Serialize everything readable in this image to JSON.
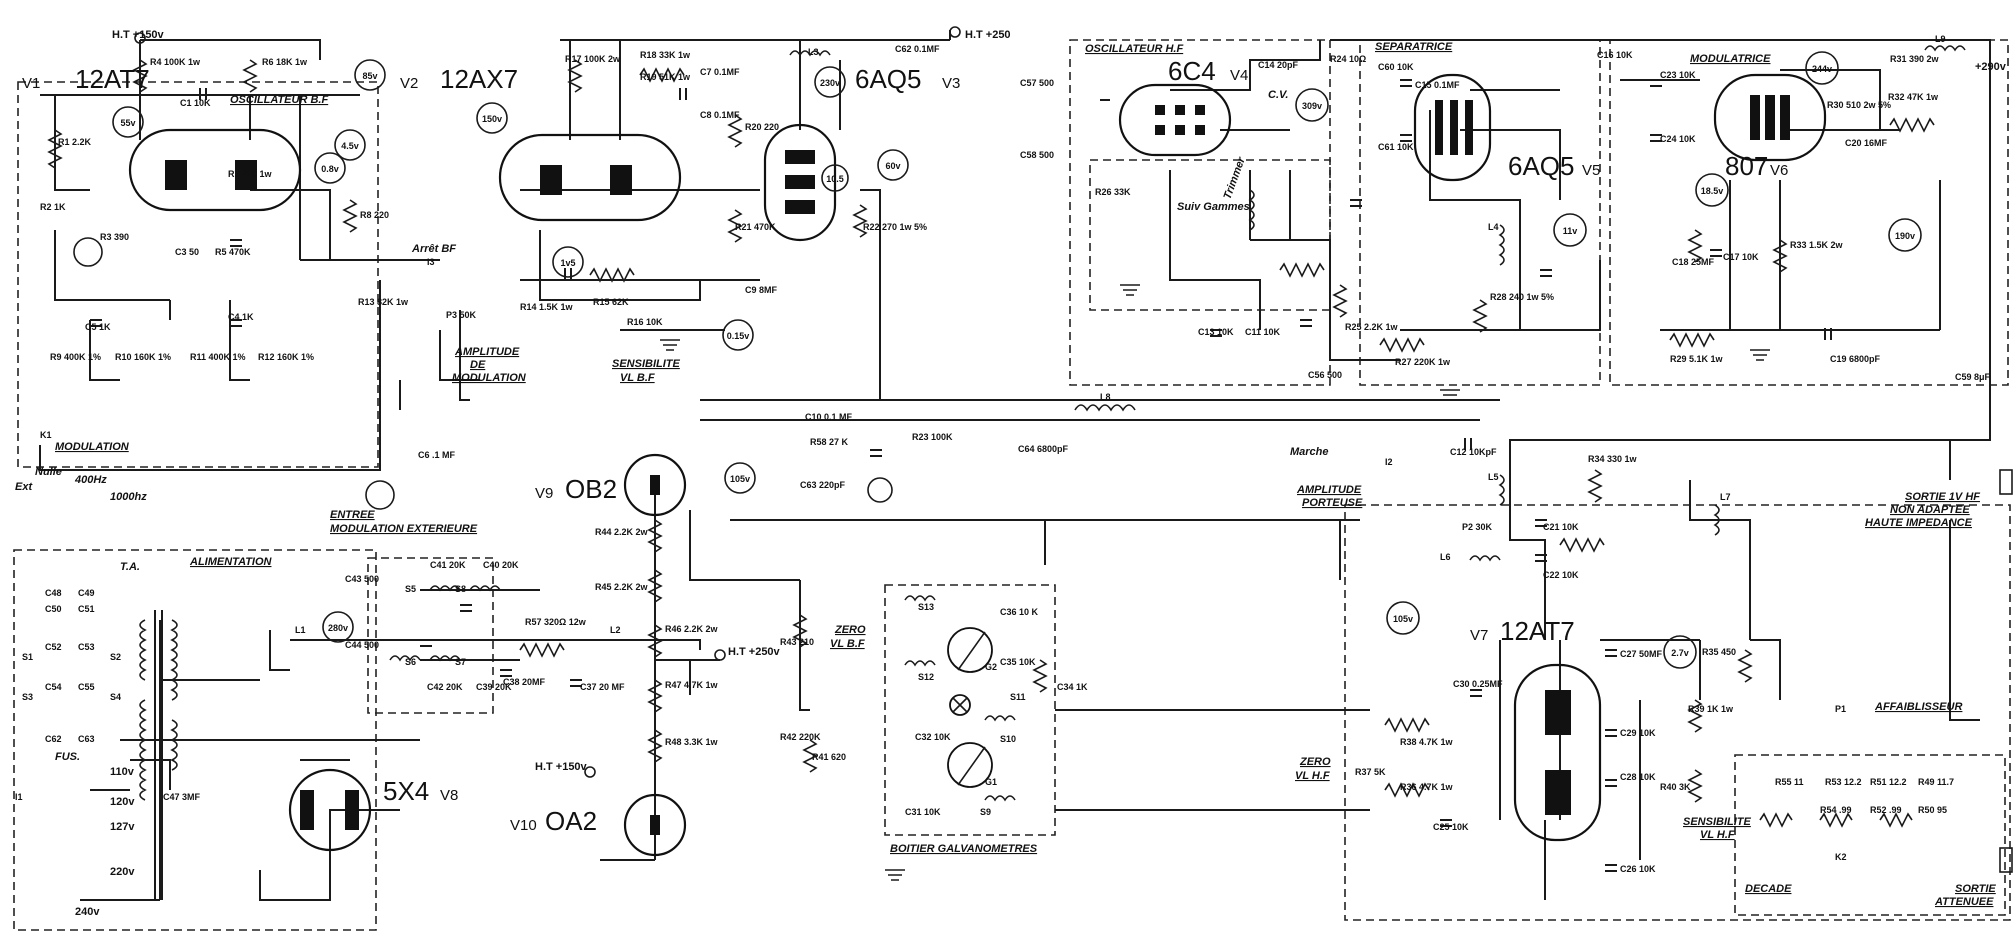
{
  "tubes": [
    {
      "id": "v1",
      "label": "V1",
      "type": "12AT7"
    },
    {
      "id": "v2",
      "label": "V2",
      "type": "12AX7"
    },
    {
      "id": "v3",
      "label": "V3",
      "type": "6AQ5"
    },
    {
      "id": "v4",
      "label": "V4",
      "type": "6C4"
    },
    {
      "id": "v5",
      "label": "V5",
      "type": "6AQ5"
    },
    {
      "id": "v6",
      "label": "V6",
      "type": "807"
    },
    {
      "id": "v7",
      "label": "V7",
      "type": "12AT7"
    },
    {
      "id": "v8",
      "label": "V8",
      "type": "5X4"
    },
    {
      "id": "v9",
      "label": "V9",
      "type": "OB2"
    },
    {
      "id": "v10",
      "label": "V10",
      "type": "OA2"
    }
  ],
  "sections": {
    "oscillateur_bf": "OSCILLATEUR B.F",
    "oscillateur_hf": "OSCILLATEUR H.F",
    "separatrice": "SEPARATRICE",
    "modulatrice": "MODULATRICE",
    "alimentation": "ALIMENTATION",
    "modulation": "MODULATION",
    "entree_mod_ext_1": "ENTREE",
    "entree_mod_ext_2": "MODULATION EXTERIEURE",
    "sensibilite_bf_1": "SENSIBILITE",
    "sensibilite_bf_2": "VL B.F",
    "amplitude_mod_1": "AMPLITUDE",
    "amplitude_mod_2": "DE",
    "amplitude_mod_3": "MODULATION",
    "amplitude_porteuse_1": "AMPLITUDE",
    "amplitude_porteuse_2": "PORTEUSE",
    "boitier": "BOITIER GALVANOMETRES",
    "zero_bf_1": "ZERO",
    "zero_bf_2": "VL B.F",
    "zero_hf_1": "ZERO",
    "zero_hf_2": "VL H.F",
    "affaiblisseur": "AFFAIBLISSEUR",
    "decade": "DECADE",
    "sortie_1v_1": "SORTIE 1V HF",
    "sortie_1v_2": "NON ADAPTEE",
    "sortie_1v_3": "HAUTE IMPEDANCE",
    "sortie_att_1": "SORTIE",
    "sortie_att_2": "ATTENUEE",
    "sensibilite_hf_1": "SENSIBILITE",
    "sensibilite_hf_2": "VL H.F",
    "marche": "Marche",
    "arret_bf": "Arrêt BF",
    "ta": "T.A.",
    "fus": "FUS.",
    "trimmer": "Trimmer",
    "suiv_gammes": "Suiv Gammes",
    "cv": "C.V.",
    "nulle": "Nulle",
    "ext": "Ext",
    "f400": "400Hz",
    "f1000": "1000hz"
  },
  "supply": {
    "ht150_top": "H.T +150v",
    "ht250_top": "H.T +250",
    "ht250_mid": "H.T +250v",
    "ht150_mid": "H.T +150v",
    "out290": "+290v"
  },
  "voltages": [
    "85v",
    "4.5v",
    "55v",
    "0.8v",
    "150v",
    "230v",
    "60v",
    "10.5",
    "1v5",
    "0.15v",
    "309v",
    "244v",
    "11v",
    "18.5v",
    "190v",
    "105v",
    "280v",
    "105v",
    "2.7v"
  ],
  "mains": [
    "110v",
    "120v",
    "127v",
    "220v",
    "240v"
  ],
  "components": [
    {
      "id": "R1",
      "t": "R1 2.2K"
    },
    {
      "id": "R2",
      "t": "R2 1K"
    },
    {
      "id": "R3",
      "t": "R3 390"
    },
    {
      "id": "R4",
      "t": "R4 100K 1w"
    },
    {
      "id": "R5",
      "t": "R5 470K"
    },
    {
      "id": "R6",
      "t": "R6 18K 1w"
    },
    {
      "id": "R7",
      "t": "R7 220 1w"
    },
    {
      "id": "R8",
      "t": "R8 220"
    },
    {
      "id": "R9",
      "t": "R9 400K 1%"
    },
    {
      "id": "R10",
      "t": "R10 160K 1%"
    },
    {
      "id": "R11",
      "t": "R11 400K 1%"
    },
    {
      "id": "R12",
      "t": "R12 160K 1%"
    },
    {
      "id": "R13",
      "t": "R13 82K 1w"
    },
    {
      "id": "R14",
      "t": "R14 1.5K 1w"
    },
    {
      "id": "R15",
      "t": "R15 62K"
    },
    {
      "id": "R16",
      "t": "R16 10K"
    },
    {
      "id": "R17",
      "t": "R17 100K 2w"
    },
    {
      "id": "R18",
      "t": "R18 33K 1w"
    },
    {
      "id": "R19",
      "t": "R19 51K 1w"
    },
    {
      "id": "R20",
      "t": "R20 220"
    },
    {
      "id": "R21",
      "t": "R21 470K"
    },
    {
      "id": "R22",
      "t": "R22 270 1w 5%"
    },
    {
      "id": "R23",
      "t": "R23 100K"
    },
    {
      "id": "R24",
      "t": "R24 10Ω"
    },
    {
      "id": "R25",
      "t": "R25 2.2K 1w"
    },
    {
      "id": "R26",
      "t": "R26 33K"
    },
    {
      "id": "R27",
      "t": "R27 220K 1w"
    },
    {
      "id": "R28",
      "t": "R28 240 1w 5%"
    },
    {
      "id": "R29",
      "t": "R29 5.1K 1w"
    },
    {
      "id": "R30",
      "t": "R30 510 2w 5%"
    },
    {
      "id": "R31",
      "t": "R31 390 2w"
    },
    {
      "id": "R32",
      "t": "R32 47K 1w"
    },
    {
      "id": "R33",
      "t": "R33 1.5K 2w"
    },
    {
      "id": "R34",
      "t": "R34 330 1w"
    },
    {
      "id": "R35",
      "t": "R35 450"
    },
    {
      "id": "R36",
      "t": "R36 4.7K 1w"
    },
    {
      "id": "R37",
      "t": "R37 5K"
    },
    {
      "id": "R38",
      "t": "R38 4.7K 1w"
    },
    {
      "id": "R39",
      "t": "R39 1K 1w"
    },
    {
      "id": "R40",
      "t": "R40 3K"
    },
    {
      "id": "R41",
      "t": "R41 620"
    },
    {
      "id": "R42",
      "t": "R42 220K"
    },
    {
      "id": "R43",
      "t": "R43 210"
    },
    {
      "id": "R44",
      "t": "R44 2.2K 2w"
    },
    {
      "id": "R45",
      "t": "R45 2.2K 2w"
    },
    {
      "id": "R46",
      "t": "R46 2.2K 2w"
    },
    {
      "id": "R47",
      "t": "R47 4.7K 1w"
    },
    {
      "id": "R48",
      "t": "R48 3.3K 1w"
    },
    {
      "id": "R57",
      "t": "R57 320Ω 12w"
    },
    {
      "id": "R58",
      "t": "R58 27 K"
    },
    {
      "id": "C1",
      "t": "C1 10K"
    },
    {
      "id": "C3",
      "t": "C3 50"
    },
    {
      "id": "C4",
      "t": "C4 1K"
    },
    {
      "id": "C5",
      "t": "C5 1K"
    },
    {
      "id": "C6",
      "t": "C6 .1 MF"
    },
    {
      "id": "C7",
      "t": "C7 0.1MF"
    },
    {
      "id": "C8",
      "t": "C8 0.1MF"
    },
    {
      "id": "C9",
      "t": "C9 8MF"
    },
    {
      "id": "C10",
      "t": "C10 0.1 MF"
    },
    {
      "id": "C11",
      "t": "C11 10K"
    },
    {
      "id": "C12",
      "t": "C12 10KpF"
    },
    {
      "id": "C13",
      "t": "C13 10K"
    },
    {
      "id": "C14",
      "t": "C14 20pF"
    },
    {
      "id": "C15",
      "t": "C15 0.1MF"
    },
    {
      "id": "C16",
      "t": "C16 10K"
    },
    {
      "id": "C17",
      "t": "C17 10K"
    },
    {
      "id": "C18",
      "t": "C18 25MF"
    },
    {
      "id": "C19",
      "t": "C19 6800pF"
    },
    {
      "id": "C20",
      "t": "C20 16MF"
    },
    {
      "id": "C21",
      "t": "C21 10K"
    },
    {
      "id": "C22",
      "t": "C22 10K"
    },
    {
      "id": "C23",
      "t": "C23 10K"
    },
    {
      "id": "C24",
      "t": "C24 10K"
    },
    {
      "id": "C25",
      "t": "C25 10K"
    },
    {
      "id": "C26",
      "t": "C26 10K"
    },
    {
      "id": "C27",
      "t": "C27 50MF"
    },
    {
      "id": "C28",
      "t": "C28 10K"
    },
    {
      "id": "C29",
      "t": "C29 10K"
    },
    {
      "id": "C30",
      "t": "C30 0.25MF"
    },
    {
      "id": "C31",
      "t": "C31 10K"
    },
    {
      "id": "C32",
      "t": "C32 10K"
    },
    {
      "id": "C34",
      "t": "C34 1K"
    },
    {
      "id": "C35",
      "t": "C35 10K"
    },
    {
      "id": "C36",
      "t": "C36 10 K"
    },
    {
      "id": "C37",
      "t": "C37 20 MF"
    },
    {
      "id": "C38",
      "t": "C38 20MF"
    },
    {
      "id": "C39",
      "t": "C39 20K"
    },
    {
      "id": "C40",
      "t": "C40 20K"
    },
    {
      "id": "C41",
      "t": "C41 20K"
    },
    {
      "id": "C42",
      "t": "C42 20K"
    },
    {
      "id": "C43",
      "t": "C43 500"
    },
    {
      "id": "C44",
      "t": "C44 500"
    },
    {
      "id": "C47",
      "t": "C47 3MF"
    },
    {
      "id": "C56",
      "t": "C56 500"
    },
    {
      "id": "C57",
      "t": "C57 500"
    },
    {
      "id": "C58",
      "t": "C58 500"
    },
    {
      "id": "C59",
      "t": "C59 8μF"
    },
    {
      "id": "C60",
      "t": "C60 10K"
    },
    {
      "id": "C61",
      "t": "C61 10K"
    },
    {
      "id": "C62",
      "t": "C62 0.1MF"
    },
    {
      "id": "C63",
      "t": "C63 220pF"
    },
    {
      "id": "C64",
      "t": "C64 6800pF"
    },
    {
      "id": "P1",
      "t": "P1"
    },
    {
      "id": "P2",
      "t": "P2 30K"
    },
    {
      "id": "P3",
      "t": "P3 50K"
    },
    {
      "id": "L1",
      "t": "L1"
    },
    {
      "id": "L2",
      "t": "L2"
    },
    {
      "id": "L3",
      "t": "L3"
    },
    {
      "id": "L4",
      "t": "L4"
    },
    {
      "id": "L5",
      "t": "L5"
    },
    {
      "id": "L6",
      "t": "L6"
    },
    {
      "id": "L7",
      "t": "L7"
    },
    {
      "id": "L8",
      "t": "L8"
    },
    {
      "id": "L9",
      "t": "L9"
    },
    {
      "id": "S5",
      "t": "S5"
    },
    {
      "id": "S6",
      "t": "S6"
    },
    {
      "id": "S7",
      "t": "S7"
    },
    {
      "id": "S8",
      "t": "S8"
    },
    {
      "id": "S9",
      "t": "S9"
    },
    {
      "id": "S10",
      "t": "S10"
    },
    {
      "id": "S11",
      "t": "S11"
    },
    {
      "id": "S12",
      "t": "S12"
    },
    {
      "id": "S13",
      "t": "S13"
    },
    {
      "id": "G1",
      "t": "G1"
    },
    {
      "id": "G2",
      "t": "G2"
    },
    {
      "id": "K1",
      "t": "K1"
    },
    {
      "id": "K2",
      "t": "K2"
    },
    {
      "id": "I1",
      "t": "I1"
    },
    {
      "id": "I2",
      "t": "I2"
    },
    {
      "id": "I3",
      "t": "I3"
    },
    {
      "id": "R49",
      "t": "R49 11.7"
    },
    {
      "id": "R50",
      "t": "R50 95"
    },
    {
      "id": "R51",
      "t": "R51 12.2"
    },
    {
      "id": "R52",
      "t": "R52 .99"
    },
    {
      "id": "R53",
      "t": "R53 12.2"
    },
    {
      "id": "R54",
      "t": "R54 .99"
    },
    {
      "id": "R55",
      "t": "R55 11"
    },
    {
      "id": "C50",
      "t": "C50"
    },
    {
      "id": "C51",
      "t": "C51"
    },
    {
      "id": "C52",
      "t": "C52"
    },
    {
      "id": "C53",
      "t": "C53"
    },
    {
      "id": "C54",
      "t": "C54"
    },
    {
      "id": "C55",
      "t": "C55"
    },
    {
      "id": "C62b",
      "t": "C62"
    },
    {
      "id": "C63b",
      "t": "C63"
    },
    {
      "id": "C48",
      "t": "C48"
    },
    {
      "id": "C49",
      "t": "C49"
    },
    {
      "id": "S1",
      "t": "S1"
    },
    {
      "id": "S2",
      "t": "S2"
    },
    {
      "id": "S3",
      "t": "S3"
    },
    {
      "id": "S4",
      "t": "S4"
    }
  ]
}
